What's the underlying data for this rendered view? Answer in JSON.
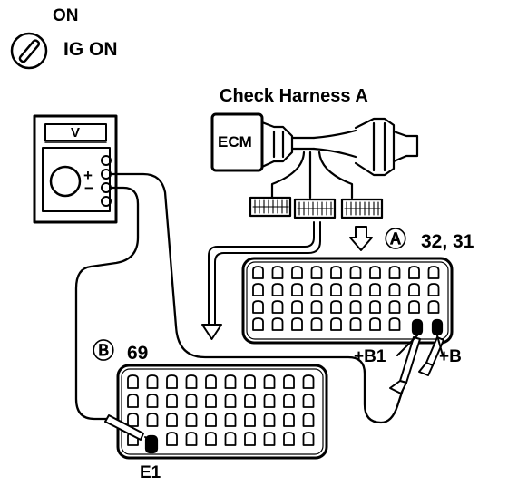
{
  "ignition": {
    "on_label": "ON",
    "ig_on_label": "IG ON",
    "icon": "ignition-key-icon"
  },
  "harness": {
    "title": "Check Harness A",
    "ecm_label": "ECM"
  },
  "meter": {
    "display_label": "V",
    "plus_label": "+",
    "minus_label": "−",
    "icon": "voltmeter-icon"
  },
  "connector_a": {
    "marker": "Ⓐ",
    "pins": "32, 31",
    "terminals": [
      "+B1",
      "+B"
    ]
  },
  "connector_b": {
    "marker": "Ⓑ",
    "pins": "69",
    "terminal": "E1"
  },
  "colors": {
    "ink": "#000000",
    "paper": "#ffffff"
  }
}
